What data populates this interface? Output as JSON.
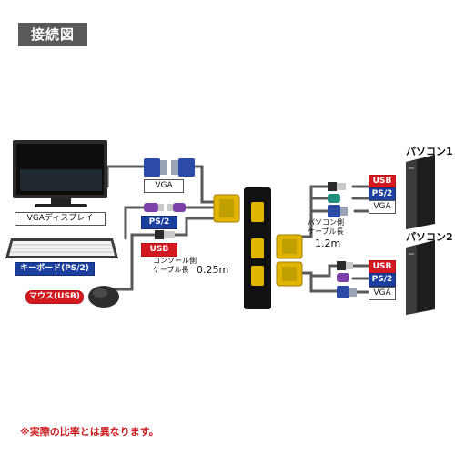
{
  "title": "接続図",
  "labels": {
    "vga_top": "VGA",
    "vga_display": "VGAディスプレイ",
    "ps2_console": "PS/2",
    "usb_console": "USB",
    "keyboard": "キーボード(PS/2)",
    "mouse": "マウス(USB)",
    "console_cable_line1": "コンソール側",
    "console_cable_line2": "ケーブル長",
    "console_cable_length": "0.25m",
    "pc_cable_line1": "パソコン側",
    "pc_cable_line2": "ケーブル長",
    "pc_cable_length": "1.2m",
    "pc1_name": "パソコン1",
    "pc2_name": "パソコン2",
    "pc1_usb": "USB",
    "pc1_ps2": "PS/2",
    "pc1_vga": "VGA",
    "pc2_usb": "USB",
    "pc2_ps2": "PS/2",
    "pc2_vga": "VGA"
  },
  "note": "※実際の比率とは異なります。",
  "colors": {
    "title_bg": "#5a5a5a",
    "usb_red": "#d31920",
    "ps2_blue": "#1a3f9c",
    "vga_connector": "#e0b400",
    "note_red": "#cc1a1f"
  }
}
